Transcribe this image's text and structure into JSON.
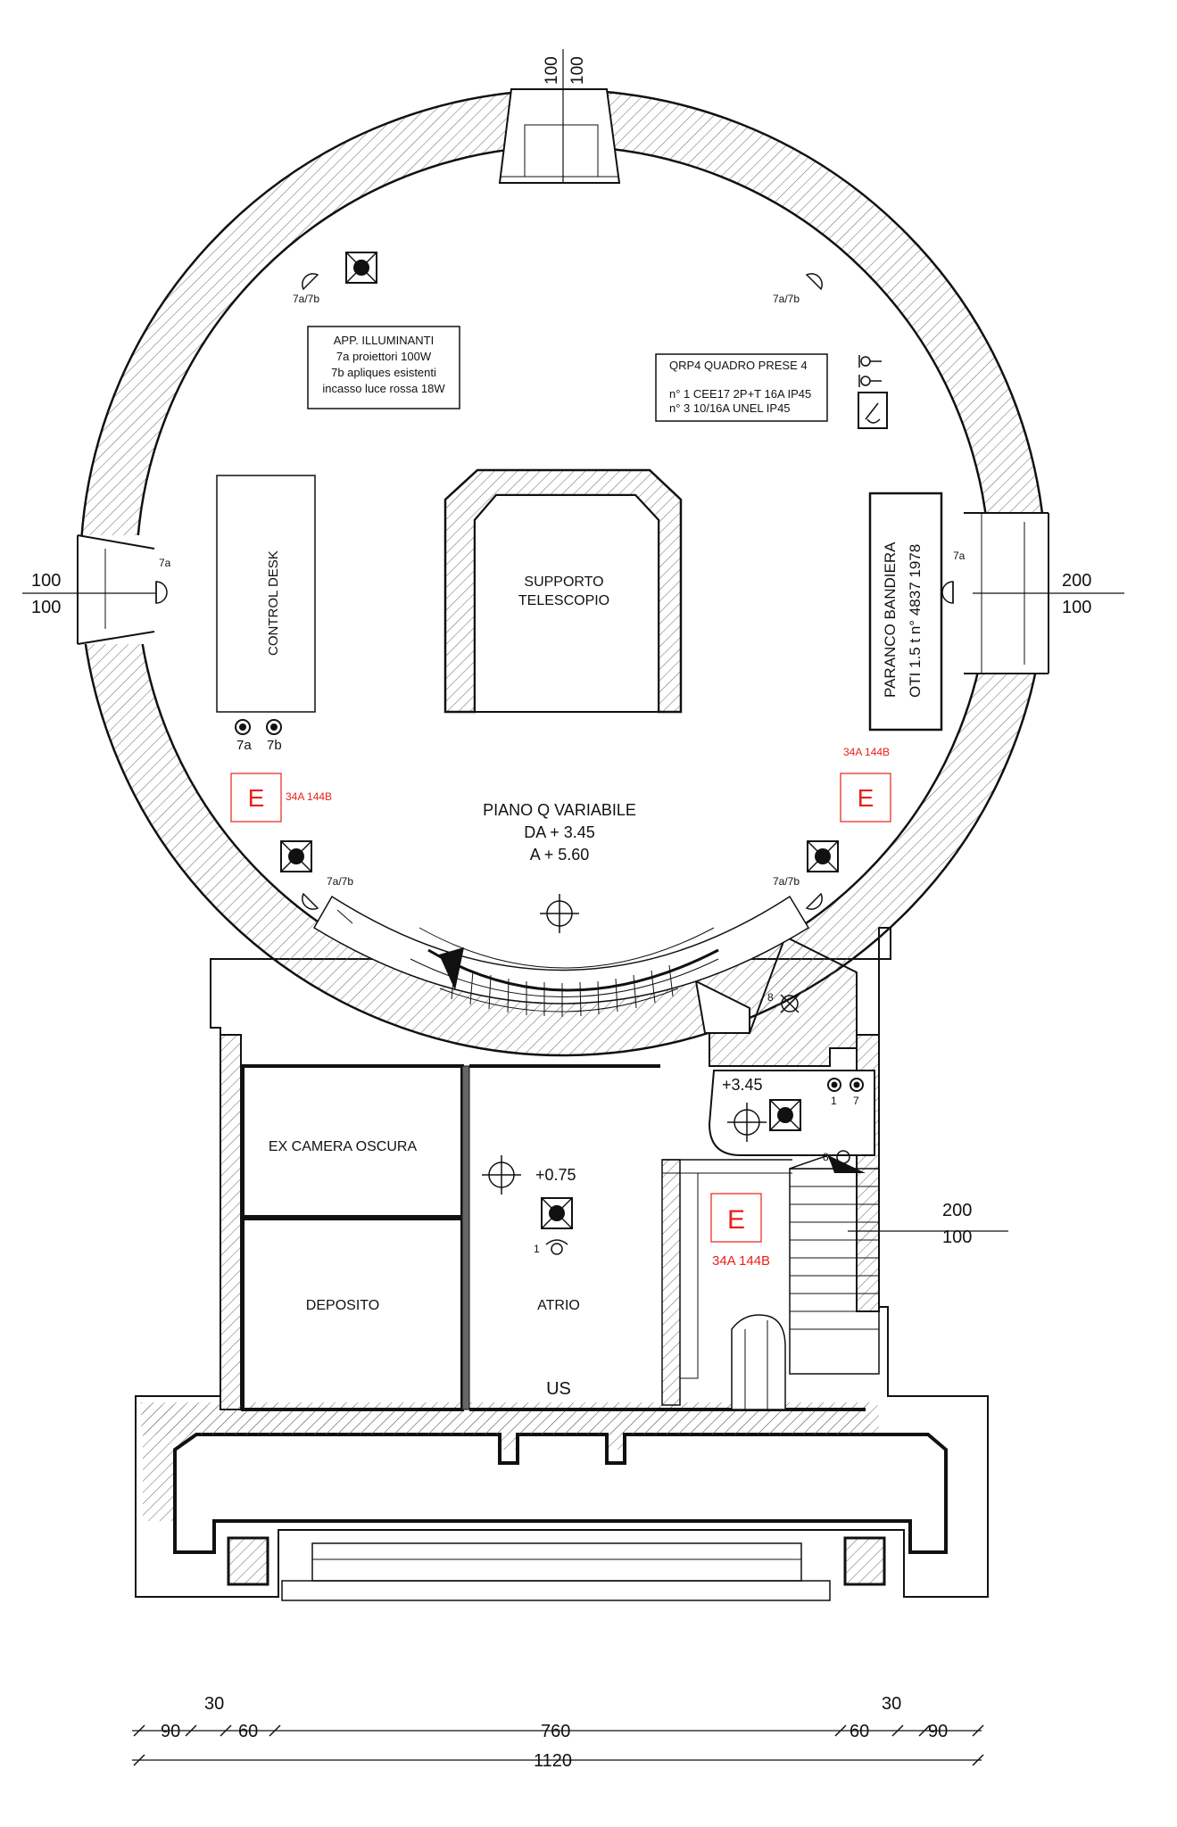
{
  "dimensions": {
    "top_1": "100",
    "top_2": "100",
    "left_1": "100",
    "left_2": "100",
    "right_1": "200",
    "right_2": "100",
    "stair_1": "200",
    "stair_2": "100",
    "bottom_left_30": "30",
    "bottom_right_30": "30",
    "bottom_90_left": "90",
    "bottom_60_left": "60",
    "bottom_760": "760",
    "bottom_60_right": "60",
    "bottom_90_right": "90",
    "bottom_total": "1120"
  },
  "legend_lighting": {
    "line1": "APP. ILLUMINANTI",
    "line2": "7a proiettori 100W",
    "line3": "7b apliques esistenti",
    "line4": "incasso luce rossa 18W"
  },
  "legend_sockets": {
    "line1": "QRP4 QUADRO PRESE 4",
    "line2": "n° 1 CEE17 2P+T 16A IP45",
    "line3": "n° 3 10/16A UNEL IP45"
  },
  "rooms": {
    "control_desk": "CONTROL DESK",
    "telescope_1": "SUPPORTO",
    "telescope_2": "TELESCOPIO",
    "hoist_1": "PARANCO BANDIERA",
    "hoist_2": "OTI 1.5 t n° 4837 1978",
    "floor_1": "PIANO Q VARIABILE",
    "floor_2": "DA + 3.45",
    "floor_3": "A + 5.60",
    "darkroom": "EX CAMERA OSCURA",
    "storage": "DEPOSITO",
    "atrium": "ATRIO",
    "exit": "US",
    "level_075": "+0.75",
    "level_345": "+3.45"
  },
  "labels": {
    "l_7a7b_tl": "7a/7b",
    "l_7a7b_tr": "7a/7b",
    "l_7a7b_bl": "7a/7b",
    "l_7a7b_br": "7a/7b",
    "l_7a_left": "7a",
    "l_7a_right": "7a",
    "l_7a_desk": "7a",
    "l_7b_desk": "7b",
    "l_8_top": "8",
    "l_8_lamp": "8",
    "l_1_small": "1",
    "l_7_small": "7",
    "l_1_atrium": "1"
  },
  "extinguishers": {
    "left_letter": "E",
    "left_code": "34A 144B",
    "right_letter": "E",
    "right_code": "34A 144B",
    "stair_letter": "E",
    "stair_code": "34A 144B"
  },
  "colors": {
    "line": "#111111",
    "hatch": "#555555",
    "extinguisher": "#e8201a"
  }
}
